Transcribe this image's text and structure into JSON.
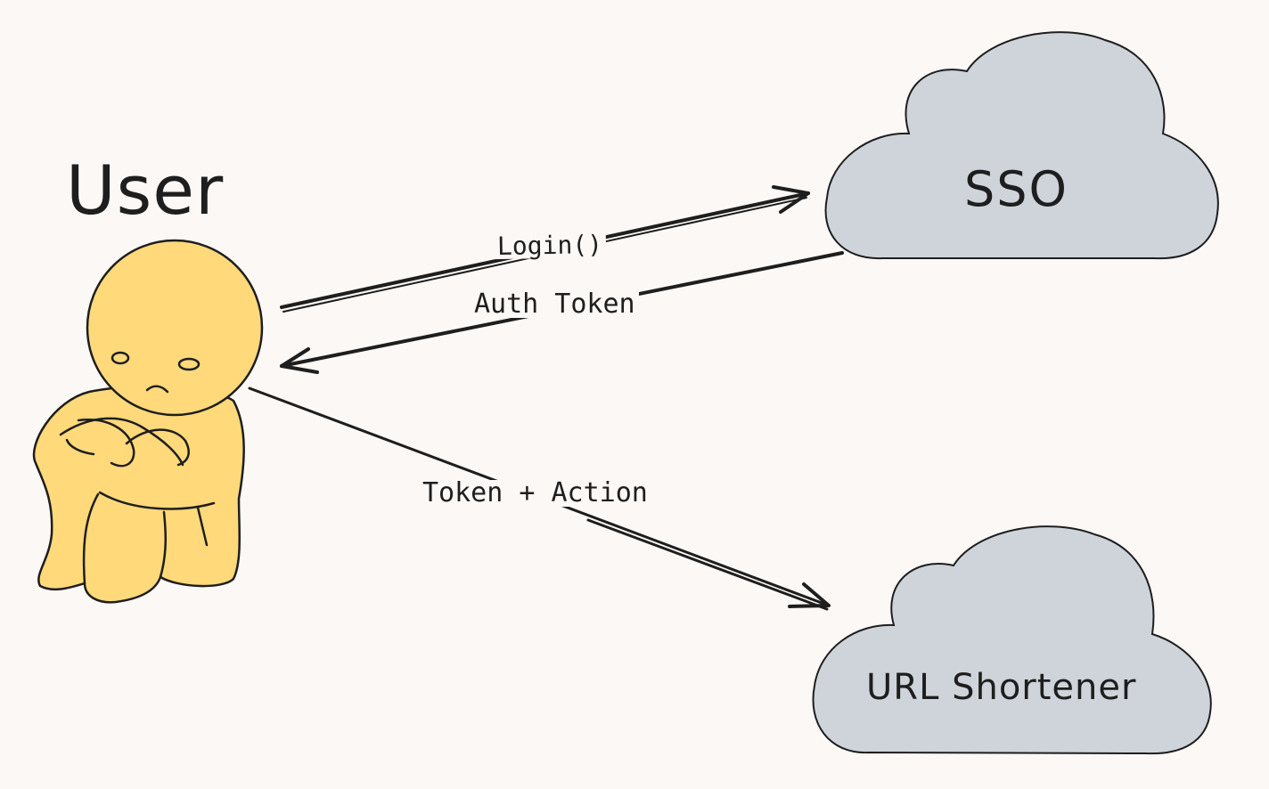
{
  "actor": {
    "title": "User",
    "fill": "#ffd97a"
  },
  "nodes": {
    "sso": {
      "label": "SSO",
      "fill": "#ced4da"
    },
    "url_shortener": {
      "label": "URL Shortener",
      "fill": "#ced4da"
    }
  },
  "edges": {
    "login": {
      "label": "Login()"
    },
    "auth_token": {
      "label": "Auth Token"
    },
    "token_action": {
      "label": "Token + Action"
    }
  },
  "colors": {
    "background": "#fcf8f6",
    "stroke": "#1e1e1e"
  }
}
